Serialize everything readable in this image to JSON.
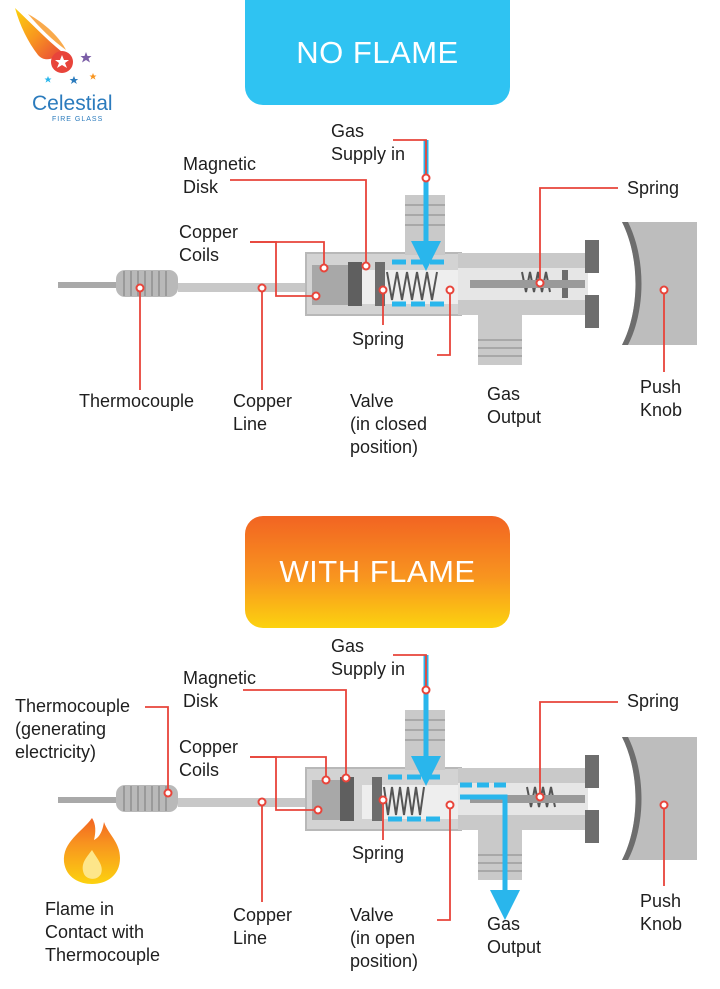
{
  "logo": {
    "name": "Celestial",
    "sub": "FIRE GLASS"
  },
  "panels": [
    {
      "banner": "NO FLAME",
      "labels": {
        "gas_supply": "Gas\nSupply in",
        "magnetic_disk": "Magnetic\nDisk",
        "copper_coils": "Copper\nCoils",
        "spring_top": "Spring",
        "spring_mid": "Spring",
        "thermocouple": "Thermocouple",
        "copper_line": "Copper\nLine",
        "valve": "Valve\n(in closed\nposition)",
        "gas_output": "Gas\nOutput",
        "push_knob": "Push\nKnob"
      }
    },
    {
      "banner": "WITH FLAME",
      "labels": {
        "gas_supply": "Gas\nSupply in",
        "magnetic_disk": "Magnetic\nDisk",
        "copper_coils": "Copper\nCoils",
        "spring_top": "Spring",
        "spring_mid": "Spring",
        "thermocouple": "Thermocouple\n(generating\nelectricity)",
        "flame_contact": "Flame in\nContact with\nThermocouple",
        "copper_line": "Copper\nLine",
        "valve": "Valve\n(in open\nposition)",
        "gas_output": "Gas\nOutput",
        "push_knob": "Push\nKnob"
      }
    }
  ],
  "colors": {
    "gas_flow": "#29b6ec",
    "leader": "#e8443a",
    "metal": "#c8c8c8",
    "dark_metal": "#6d6d6d"
  },
  "icons": {
    "logo": "comet-flame-icon",
    "flame": "flame-icon"
  }
}
